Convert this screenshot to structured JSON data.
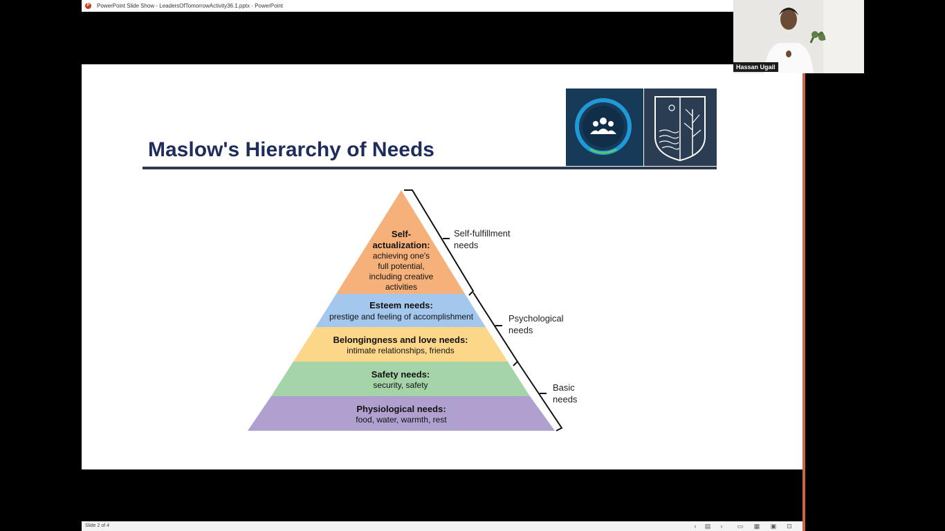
{
  "window": {
    "title": "PowerPoint Slide Show  -  LeadersOfTomorrowActivity36.1.pptx  -  PowerPoint",
    "app_icon": "powerpoint-icon"
  },
  "slide": {
    "title": "Maslow's Hierarchy of Needs",
    "logos": [
      "people-circle-logo",
      "palm-tree-crest-logo"
    ],
    "pyramid": [
      {
        "title": "Self-",
        "title2": "actualization:",
        "desc": [
          "achieving one's",
          "full potential,",
          "including creative",
          "activities"
        ],
        "color": "#f6b17a"
      },
      {
        "title": "Esteem needs:",
        "desc": [
          "prestige and feeling of accomplishment"
        ],
        "color": "#a4c7ee"
      },
      {
        "title": "Belongingness and love needs:",
        "desc": [
          "intimate relationships, friends"
        ],
        "color": "#fcd78a"
      },
      {
        "title": "Safety needs:",
        "desc": [
          "security, safety"
        ],
        "color": "#a6d4a9"
      },
      {
        "title": "Physiological needs:",
        "desc": [
          "food, water, warmth, rest"
        ],
        "color": "#b0a0d0"
      }
    ],
    "brackets": [
      {
        "line1": "Self-fulfillment",
        "line2": "needs"
      },
      {
        "line1": "Psychological",
        "line2": "needs"
      },
      {
        "line1": "Basic",
        "line2": "needs"
      }
    ]
  },
  "statusbar": {
    "slide_counter": "Slide 2 of 4",
    "icons": [
      "previous-icon",
      "notes-icon",
      "next-icon",
      "normal-view-icon",
      "slide-sorter-icon",
      "reading-view-icon",
      "slideshow-icon"
    ]
  },
  "webcam": {
    "name": "Hassan Ugail"
  }
}
